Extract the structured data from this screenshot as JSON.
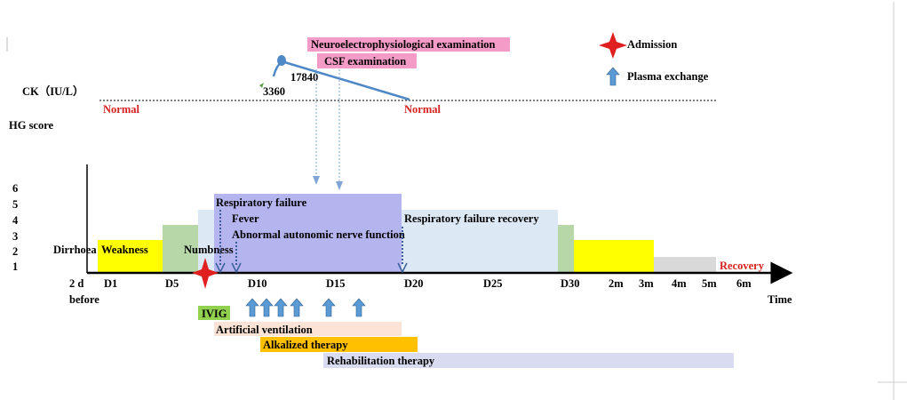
{
  "ck": {
    "label": "CK（IU/L）",
    "peak_value": "17840",
    "initial_value": "3360",
    "normal_left": "Normal",
    "normal_right": "Normal"
  },
  "hg": {
    "axis_label": "HG score",
    "ticks": [
      "1",
      "2",
      "3",
      "4",
      "5",
      "6"
    ]
  },
  "time_axis": {
    "label": "Time",
    "ticks": [
      "2 d",
      "D1",
      "D5",
      "D10",
      "D15",
      "D20",
      "D25",
      "D30",
      "2m",
      "3m",
      "4m",
      "5m",
      "6m"
    ],
    "before_label": "before"
  },
  "symptoms": {
    "dirrhoea": "Dirrhoea",
    "weakness": "Weakness",
    "numbness": "Numbness",
    "respiratory_failure": "Respiratory failure",
    "fever": "Fever",
    "autonomic": "Abnormal autonomic nerve function",
    "recovery_label": "Respiratory failure recovery",
    "final_recovery": "Recovery"
  },
  "examinations": {
    "neuro": "Neuroelectrophysiological examination",
    "csf": "CSF examination"
  },
  "legend": {
    "admission": "Admission",
    "plasma_exchange": "Plasma exchange"
  },
  "treatments": {
    "ivig": "IVIG",
    "ventilation": "Artificial ventilation",
    "alkalized": "Alkalized therapy",
    "rehabilitation": "Rehabilitation therapy"
  },
  "colors": {
    "yellow": "#ffff00",
    "green": "#b7d7a8",
    "lightblue": "#dce9f5",
    "purple": "#b4b4ee",
    "gray": "#d9d9d9",
    "ivig_green": "#92d050",
    "ventilation_peach": "#fbe4d5",
    "alkalized_orange": "#ffc000",
    "rehab_lavender": "#d9dcf0",
    "exam_pink": "#f59bc7",
    "ck_line": "#4f88c6",
    "arrow_blue": "#5b9bd5",
    "admission_red": "#e02020",
    "recovery_red": "#d92020"
  }
}
